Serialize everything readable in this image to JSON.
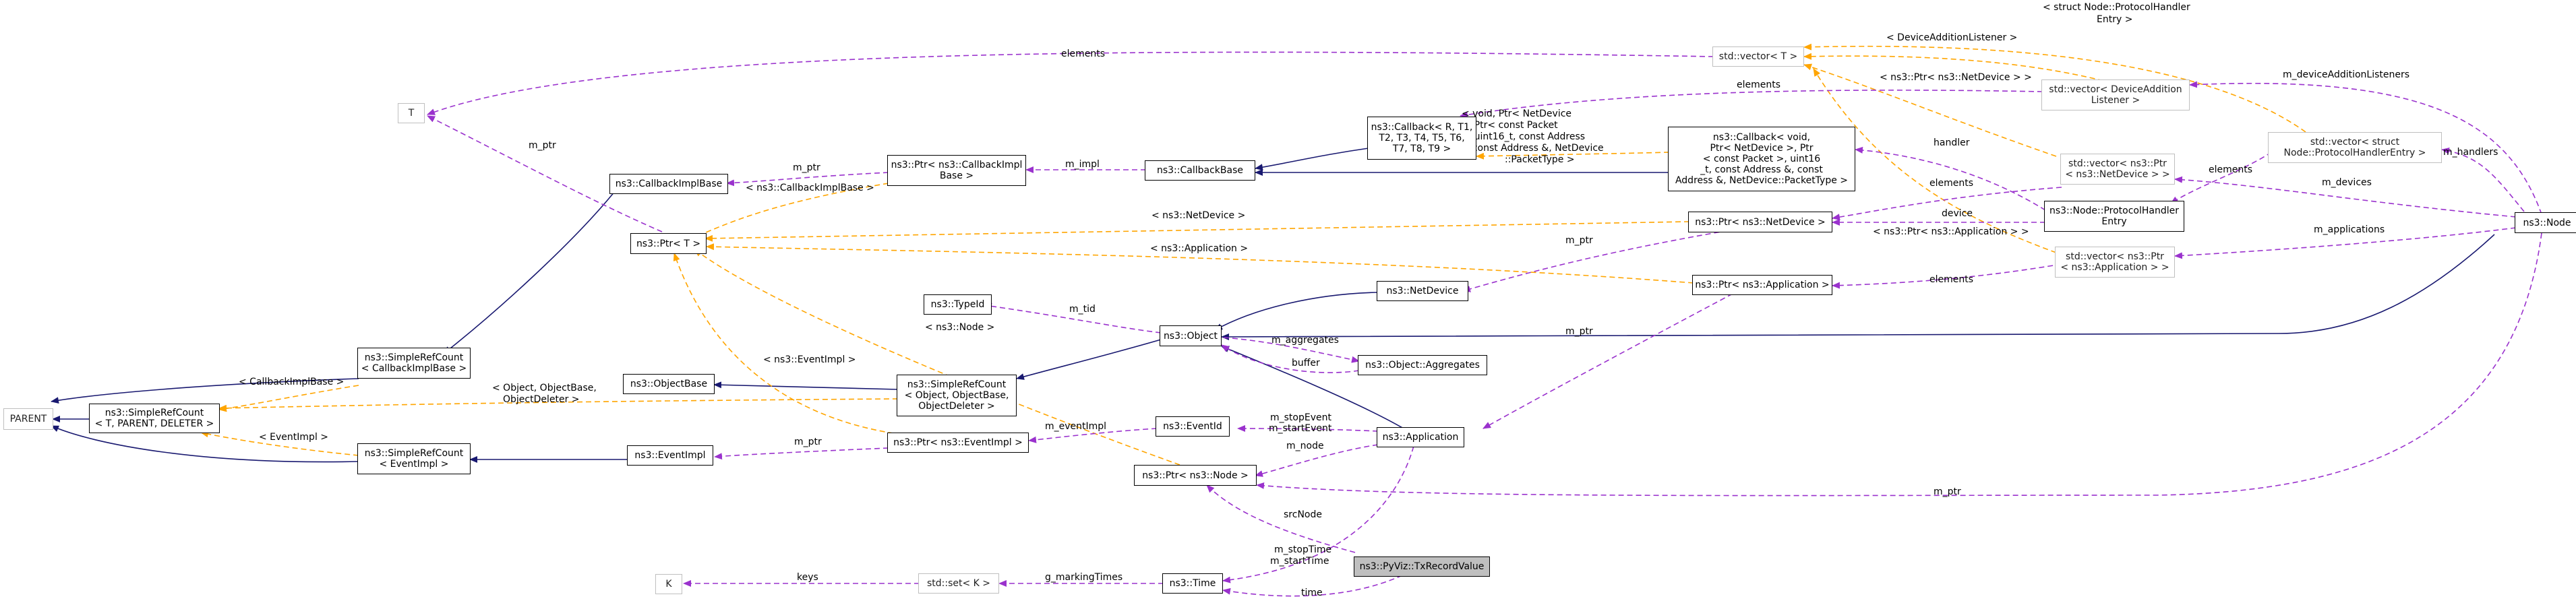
{
  "diagram": {
    "nodes": [
      {
        "id": "parent",
        "label": "PARENT",
        "gray": true
      },
      {
        "id": "T",
        "label": "T",
        "gray": true
      },
      {
        "id": "K",
        "label": "K",
        "gray": true
      },
      {
        "id": "cbimplbase",
        "label": "ns3::CallbackImplBase"
      },
      {
        "id": "ptrT",
        "label": "ns3::Ptr< T >"
      },
      {
        "id": "srcCbImpl",
        "label": "ns3::SimpleRefCount\n< CallbackImplBase >"
      },
      {
        "id": "src",
        "label": "ns3::SimpleRefCount\n< T, PARENT, DELETER >"
      },
      {
        "id": "srcEvImpl",
        "label": "ns3::SimpleRefCount\n< EventImpl >"
      },
      {
        "id": "objbase",
        "label": "ns3::ObjectBase"
      },
      {
        "id": "evimpl",
        "label": "ns3::EventImpl"
      },
      {
        "id": "ptrCbImpl",
        "label": "ns3::Ptr< ns3::CallbackImpl\nBase >"
      },
      {
        "id": "srcObj",
        "label": "ns3::SimpleRefCount\n< Object, ObjectBase,\nObjectDeleter >"
      },
      {
        "id": "ptrEvImpl",
        "label": "ns3::Ptr< ns3::EventImpl >"
      },
      {
        "id": "typeid",
        "label": "ns3::TypeId"
      },
      {
        "id": "setK",
        "label": "std::set< K >",
        "gray": true
      },
      {
        "id": "cbbase",
        "label": "ns3::CallbackBase"
      },
      {
        "id": "object",
        "label": "ns3::Object"
      },
      {
        "id": "eventid",
        "label": "ns3::EventId"
      },
      {
        "id": "ptrNode",
        "label": "ns3::Ptr< ns3::Node >"
      },
      {
        "id": "time",
        "label": "ns3::Time"
      },
      {
        "id": "cb1",
        "label": "ns3::Callback< R, T1,\nT2, T3, T4, T5, T6,\nT7, T8, T9 >"
      },
      {
        "id": "netdev",
        "label": "ns3::NetDevice"
      },
      {
        "id": "aggr",
        "label": "ns3::Object::Aggregates"
      },
      {
        "id": "app",
        "label": "ns3::Application"
      },
      {
        "id": "txrec",
        "label": "ns3::PyViz::TxRecordValue",
        "hl": true
      },
      {
        "id": "cb2",
        "label": "ns3::Callback< void,\nPtr< NetDevice >, Ptr\n< const Packet >, uint16\n_t, const Address &, const\nAddress &, NetDevice::PacketType >"
      },
      {
        "id": "ptrNetDev",
        "label": "ns3::Ptr< ns3::NetDevice >"
      },
      {
        "id": "ptrApp",
        "label": "ns3::Ptr< ns3::Application >"
      },
      {
        "id": "vecT",
        "label": "std::vector< T >",
        "gray": true
      },
      {
        "id": "vecDAL",
        "label": "std::vector< DeviceAddition\nListener >",
        "gray": true
      },
      {
        "id": "vecPtrND",
        "label": "std::vector< ns3::Ptr\n< ns3::NetDevice > >",
        "gray": true
      },
      {
        "id": "phEntry",
        "label": "ns3::Node::ProtocolHandler\nEntry"
      },
      {
        "id": "vecPtrApp",
        "label": "std::vector< ns3::Ptr\n< ns3::Application > >",
        "gray": true
      },
      {
        "id": "vecPH",
        "label": "std::vector< struct\nNode::ProtocolHandlerEntry >",
        "gray": true
      },
      {
        "id": "node",
        "label": "ns3::Node"
      }
    ],
    "edge_labels": {
      "elements": "elements",
      "m_ptr": "m_ptr",
      "m_impl": "m_impl",
      "cbimpl_tmpl": "< ns3::CallbackImplBase >",
      "netdev_tmpl": "< ns3::NetDevice >",
      "app_tmpl": "< ns3::Application >",
      "node_tmpl": "< ns3::Node >",
      "evimpl_tmpl": "< ns3::EventImpl >",
      "cbimpl_plain": "< CallbackImplBase >",
      "evimpl_plain": "< EventImpl >",
      "obj_tmpl_1": "< Object, ObjectBase,",
      "obj_tmpl_2": "ObjectDeleter >",
      "m_tid": "m_tid",
      "m_aggregates": "m_aggregates",
      "buffer": "buffer",
      "m_eventImpl": "m_eventImpl",
      "m_stopEvent": "m_stopEvent",
      "m_startEvent": "m_startEvent",
      "m_node": "m_node",
      "srcNode": "srcNode",
      "m_stopTime": "m_stopTime",
      "m_startTime": "m_startTime",
      "time": "time",
      "keys": "keys",
      "g_markingTimes": "g_markingTimes",
      "cb_tmpl_1": "< void, Ptr< NetDevice",
      "cb_tmpl_2": ">, Ptr< const Packet",
      "cb_tmpl_3": ">, uint16_t, const Address",
      "cb_tmpl_4": "&, const Address &, NetDevice",
      "cb_tmpl_5": "::PacketType >",
      "handler": "handler",
      "device": "device",
      "dal_tmpl": "< DeviceAdditionListener >",
      "ph_tmpl_1": "< struct Node::ProtocolHandler",
      "ph_tmpl_2": "Entry >",
      "vecnd_tmpl": "< ns3::Ptr< ns3::NetDevice > >",
      "vecapp_tmpl": "< ns3::Ptr< ns3::Application > >",
      "m_deviceAdditionListeners": "m_deviceAdditionListeners",
      "m_handlers": "m_handlers",
      "m_devices": "m_devices",
      "m_applications": "m_applications"
    }
  }
}
